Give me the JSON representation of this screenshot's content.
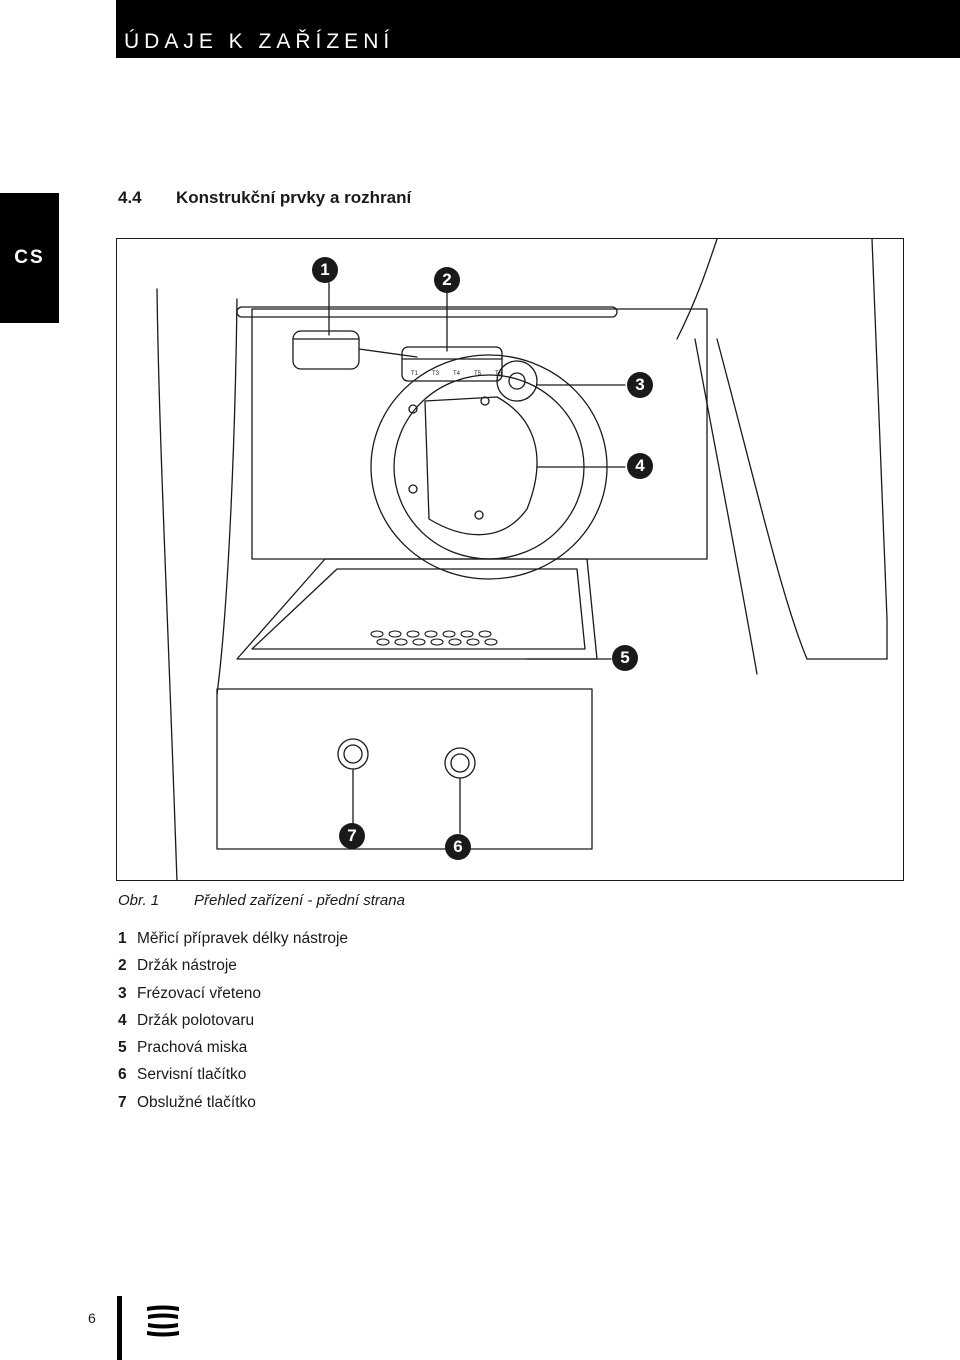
{
  "header": {
    "title": "ÚDAJE K ZAŘÍZENÍ"
  },
  "language_tab": "CS",
  "section": {
    "number": "4.4",
    "title": "Konstrukční prvky a rozhraní"
  },
  "figure": {
    "callouts": [
      "1",
      "2",
      "3",
      "4",
      "5",
      "6",
      "7"
    ],
    "holder_labels": [
      "T1",
      "T3",
      "T4",
      "T5",
      "T6"
    ],
    "caption_prefix": "Obr. 1",
    "caption_text": "Přehled zařízení - přední strana"
  },
  "legend": [
    {
      "num": "1",
      "label": "Měřicí přípravek délky nástroje"
    },
    {
      "num": "2",
      "label": "Držák nástroje"
    },
    {
      "num": "3",
      "label": "Frézovací vřeteno"
    },
    {
      "num": "4",
      "label": "Držák polotovaru"
    },
    {
      "num": "5",
      "label": "Prachová miska"
    },
    {
      "num": "6",
      "label": "Servisní tlačítko"
    },
    {
      "num": "7",
      "label": "Obslužné tlačítko"
    }
  ],
  "footer": {
    "page_number": "6",
    "logo_icon": "brand-stripes-icon"
  }
}
